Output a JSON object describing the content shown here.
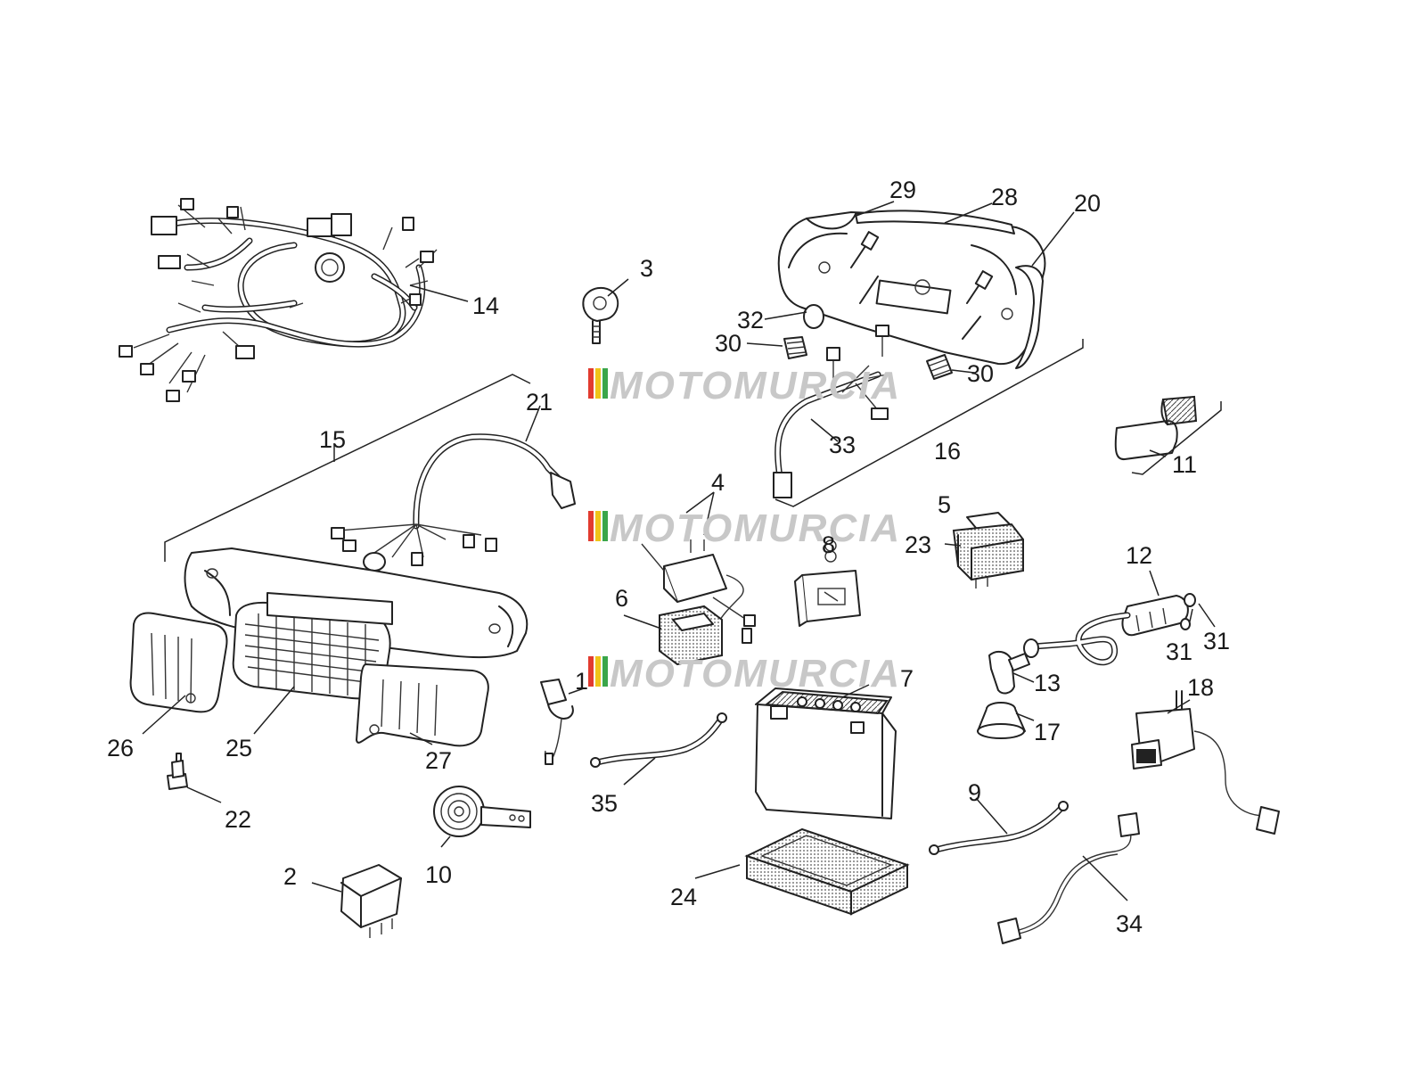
{
  "watermark": {
    "text": "MOTOMURCIA",
    "stripe_colors": [
      "#e23b2f",
      "#f0c419",
      "#3aa64a"
    ]
  },
  "labels": {
    "n1": "1",
    "n2": "2",
    "n3": "3",
    "n4": "4",
    "n5": "5",
    "n6": "6",
    "n7": "7",
    "n8": "8",
    "n9": "9",
    "n10": "10",
    "n11": "11",
    "n12": "12",
    "n13": "13",
    "n14": "14",
    "n15": "15",
    "n16": "16",
    "n17": "17",
    "n18": "18",
    "n20": "20",
    "n21": "21",
    "n22": "22",
    "n23": "23",
    "n24": "24",
    "n25": "25",
    "n26": "26",
    "n27": "27",
    "n28": "28",
    "n29": "29",
    "n30a": "30",
    "n30b": "30",
    "n31a": "31",
    "n31b": "31",
    "n32": "32",
    "n33": "33",
    "n34": "34",
    "n35": "35"
  }
}
